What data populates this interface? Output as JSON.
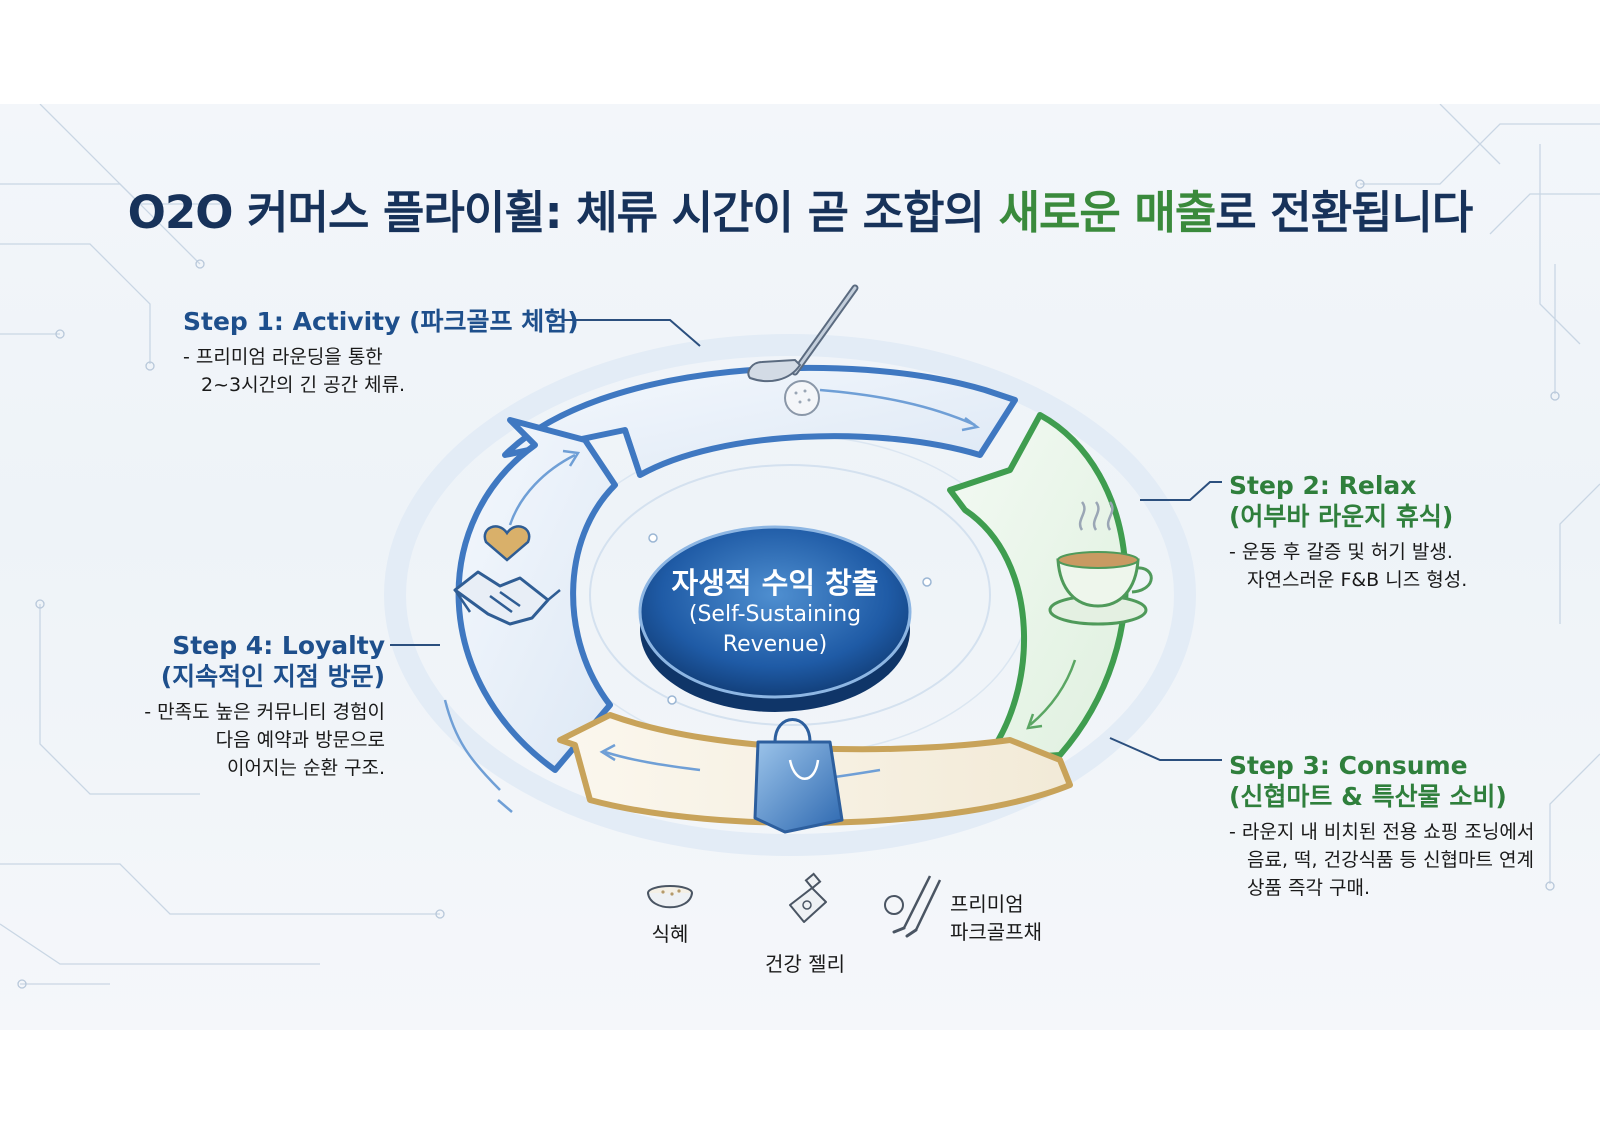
{
  "title": {
    "part1": "O2O 커머스 플라이휠: 체류 시간이 곧 조합의 ",
    "highlight": "새로운 매출",
    "part2": "로 전환됩니다"
  },
  "center": {
    "korean": "자생적 수익 창출",
    "english_line1": "(Self-Sustaining",
    "english_line2": "Revenue)"
  },
  "steps": [
    {
      "title": "Step 1: Activity (파크골프 체험)",
      "desc_line1": "- 프리미엄 라운딩을 통한",
      "desc_line2": "2~3시간의 긴 공간 체류.",
      "icon": "golf-club-and-ball-icon"
    },
    {
      "title_line1": "Step 2: Relax",
      "title_line2": "(어부바 라운지 휴식)",
      "desc_line1": "- 운동 후 갈증 및 허기 발생.",
      "desc_line2": "자연스러운 F&B 니즈 형성.",
      "icon": "coffee-cup-icon"
    },
    {
      "title_line1": "Step 3: Consume",
      "title_line2": "(신협마트 & 특산물 소비)",
      "desc_line1": "- 라운지 내 비치된 전용 쇼핑 조닝에서",
      "desc_line2": "음료, 떡, 건강식품 등 신협마트 연계",
      "desc_line3": "상품 즉각 구매.",
      "icon": "shopping-bag-icon"
    },
    {
      "title_line1": "Step 4: Loyalty",
      "title_line2": "(지속적인 지점 방문)",
      "desc_line1": "- 만족도 높은 커뮤니티 경험이",
      "desc_line2": "다음 예약과 방문으로",
      "desc_line3": "이어지는 순환 구조.",
      "icon": "handshake-heart-icon"
    }
  ],
  "products": [
    {
      "label": "식혜",
      "icon": "rice-bowl-icon"
    },
    {
      "label": "건강 젤리",
      "icon": "jelly-pouch-icon"
    },
    {
      "label": "프리미엄\n파크골프채",
      "icon": "golf-clubs-icon"
    }
  ],
  "colors": {
    "title_navy": "#17325a",
    "highlight_green": "#3a8a3c",
    "step_blue": "#1e4f8c",
    "step_green": "#2f7f3c",
    "arrow_gold": "#c8a35a"
  }
}
